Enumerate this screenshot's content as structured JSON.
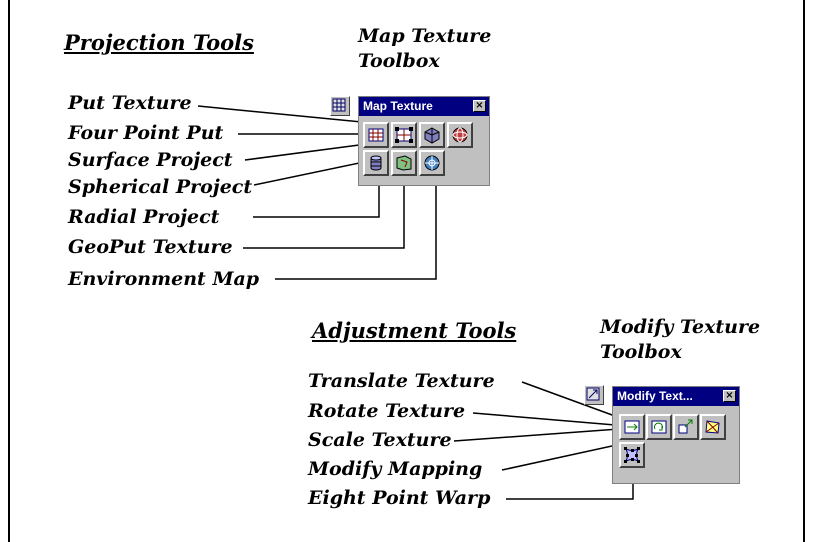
{
  "projection": {
    "heading": "Projection Tools",
    "toolbox_title_line1": "Map Texture",
    "toolbox_title_line2": "Toolbox",
    "window_title": "Map Texture",
    "tools": [
      {
        "label": "Put Texture",
        "icon": "put-texture-icon"
      },
      {
        "label": "Four Point Put",
        "icon": "four-point-put-icon"
      },
      {
        "label": "Surface Project",
        "icon": "surface-project-icon"
      },
      {
        "label": "Spherical Project",
        "icon": "spherical-project-icon"
      },
      {
        "label": "Radial Project",
        "icon": "radial-project-icon"
      },
      {
        "label": "GeoPut Texture",
        "icon": "geoput-texture-icon"
      },
      {
        "label": "Environment Map",
        "icon": "environment-map-icon"
      }
    ]
  },
  "adjustment": {
    "heading": "Adjustment Tools",
    "toolbox_title_line1": "Modify Texture",
    "toolbox_title_line2": "Toolbox",
    "window_title": "Modify Text...",
    "tools": [
      {
        "label": "Translate Texture",
        "icon": "translate-texture-icon"
      },
      {
        "label": "Rotate Texture",
        "icon": "rotate-texture-icon"
      },
      {
        "label": "Scale Texture",
        "icon": "scale-texture-icon"
      },
      {
        "label": "Modify Mapping",
        "icon": "modify-mapping-icon"
      },
      {
        "label": "Eight Point Warp",
        "icon": "eight-point-warp-icon"
      }
    ]
  },
  "close_glyph": "×",
  "colors": {
    "titlebar": "#000080",
    "panel": "#c0c0c0"
  }
}
